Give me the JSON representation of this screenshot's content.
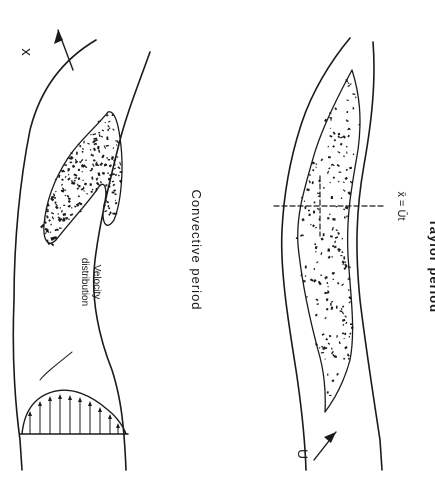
{
  "figure": {
    "convective": {
      "axis_label": "x",
      "velocity_label_line1": "Velocity",
      "velocity_label_line2": "distribution",
      "caption": "Convective   period"
    },
    "taylor": {
      "center_label": "x̄ = Ūt",
      "flow_label": "U",
      "caption": "Taylor   period"
    },
    "ink_color": "#1a1a1a",
    "background_color": "#ffffff"
  }
}
